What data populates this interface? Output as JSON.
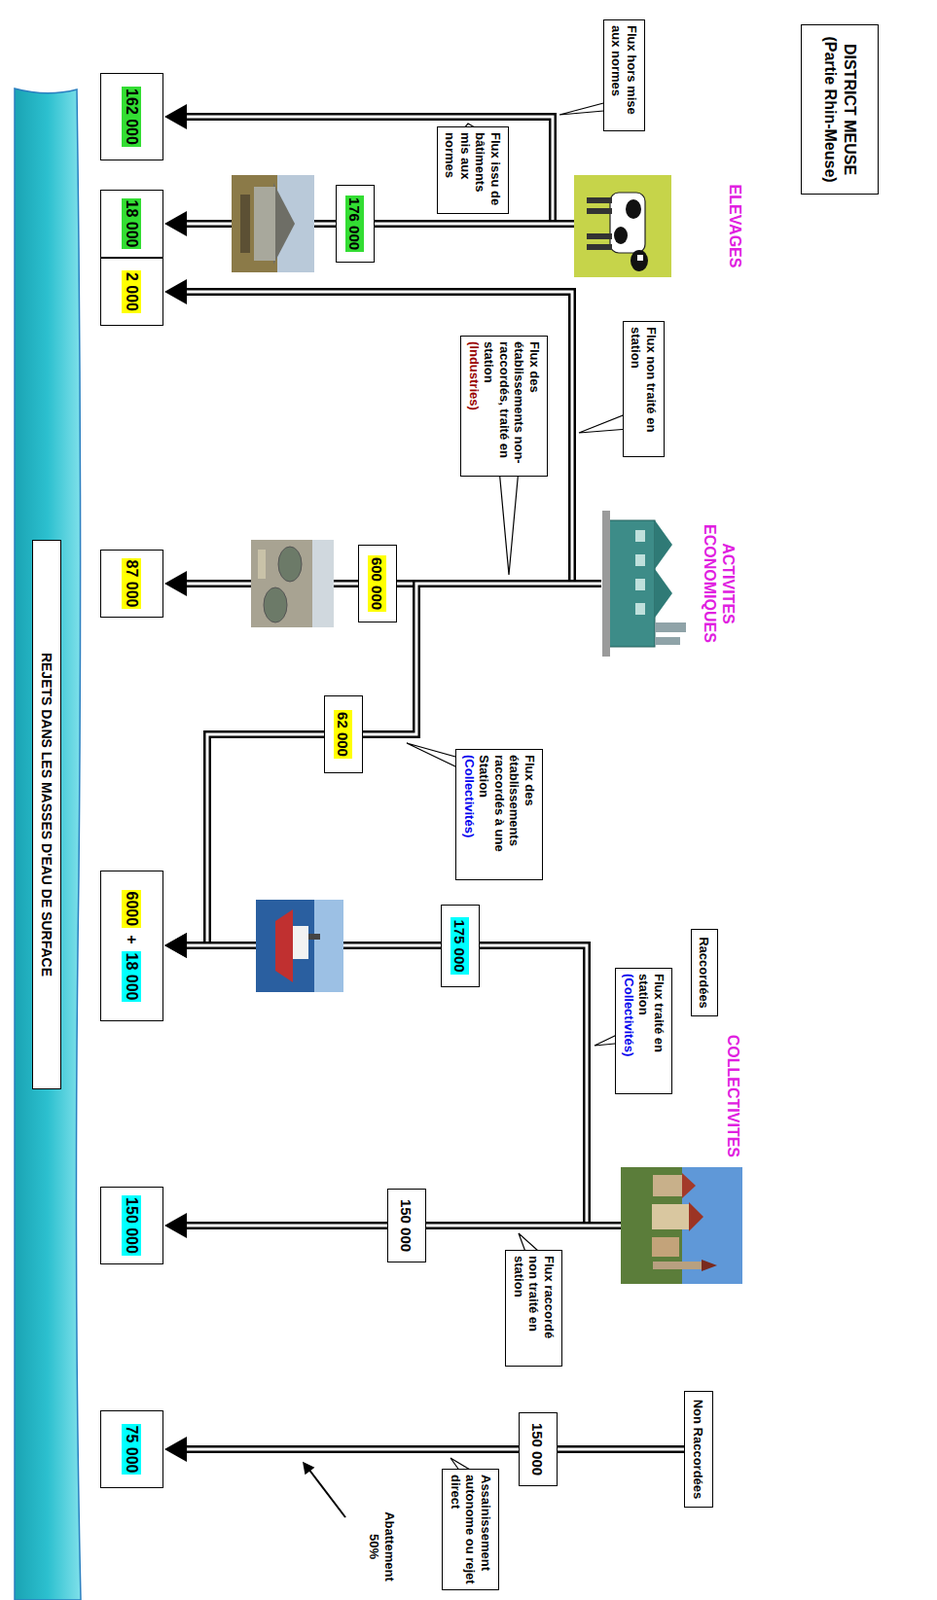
{
  "diagram": {
    "nodes": [
      {
        "text": [
          "DISTRICT MEUSE (Partie Rhin-Meuse)"
        ]
      },
      {
        "text": [
          "ELEVAGES"
        ]
      },
      {
        "text": [
          "Flux hors mise aux normes"
        ]
      },
      {
        "text": [
          "Flux issu de bâtiments mis aux normes"
        ]
      },
      {
        "text": [
          "176 000"
        ]
      },
      {
        "text": [
          "ACTIVITES ECONOMIQUES"
        ]
      },
      {
        "text": [
          "Flux non traité en station"
        ]
      },
      {
        "text": [
          "Flux des établissements non-raccordés, traité en station",
          "(Industries)"
        ]
      },
      {
        "text": [
          "600 000"
        ]
      },
      {
        "text": [
          "Flux des établissements raccordés à une Station",
          "(Collectivités)"
        ]
      },
      {
        "text": [
          "62 000"
        ]
      },
      {
        "text": [
          "COLLECTIVITES"
        ]
      },
      {
        "text": [
          "Raccordées"
        ]
      },
      {
        "text": [
          "Flux traité en station",
          "(Collectivités)"
        ]
      },
      {
        "text": [
          "175 000"
        ]
      },
      {
        "text": [
          "Flux raccordé non traité en station"
        ]
      },
      {
        "text": [
          "150 000"
        ]
      },
      {
        "text": [
          "Non Raccordées"
        ]
      },
      {
        "text": [
          "150 000"
        ]
      },
      {
        "text": [
          "Assainissement autonome ou rejet direct"
        ]
      },
      {
        "text": [
          "162 000"
        ]
      },
      {
        "text": [
          "18 000"
        ]
      },
      {
        "text": [
          "2 000"
        ]
      },
      {
        "text": [
          "87 000"
        ]
      },
      {
        "text": [
          "6000",
          "+",
          "18 000"
        ]
      },
      {
        "text": [
          "150 000"
        ]
      },
      {
        "text": [
          "75 000"
        ]
      },
      {
        "text": [
          "REJETS DANS LES MASSES D'EAU DE SURFACE"
        ]
      }
    ],
    "edges": [
      {
        "from": 1,
        "to": 20,
        "arrow": "to"
      },
      {
        "from": 1,
        "to": 4,
        "arrow": "none"
      },
      {
        "from": 4,
        "to": 21,
        "arrow": "to"
      },
      {
        "from": 5,
        "to": 22,
        "arrow": "to"
      },
      {
        "from": 5,
        "to": 8,
        "arrow": "none"
      },
      {
        "from": 8,
        "to": 23,
        "arrow": "to"
      },
      {
        "from": 5,
        "to": 10,
        "arrow": "none"
      },
      {
        "from": 10,
        "to": 24,
        "arrow": "to"
      },
      {
        "from": 11,
        "to": 14,
        "arrow": "none"
      },
      {
        "from": 14,
        "to": 24,
        "arrow": "to"
      },
      {
        "from": 11,
        "to": 16,
        "arrow": "none"
      },
      {
        "from": 16,
        "to": 25,
        "arrow": "to"
      },
      {
        "from": 17,
        "to": 18,
        "arrow": "none"
      },
      {
        "from": 18,
        "to": 26,
        "arrow": "to"
      }
    ],
    "labels": [
      "Abattement 50%"
    ]
  }
}
